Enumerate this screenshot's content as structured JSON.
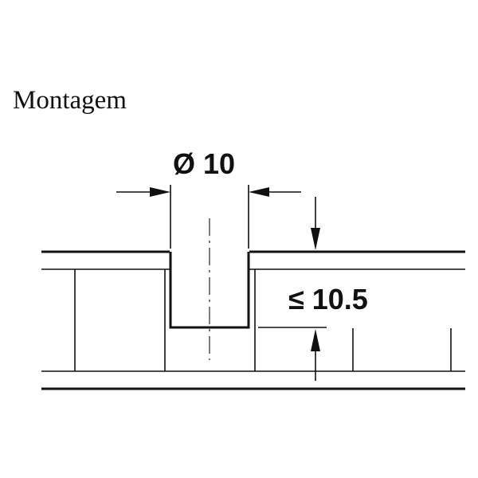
{
  "title": "Montagem",
  "dimensions": {
    "diameter": "Ø 10",
    "depth": "≤ 10.5"
  },
  "icons": {
    "diameter_arrows": "horizontal-dimension-arrows",
    "depth_arrows": "vertical-dimension-arrows"
  }
}
